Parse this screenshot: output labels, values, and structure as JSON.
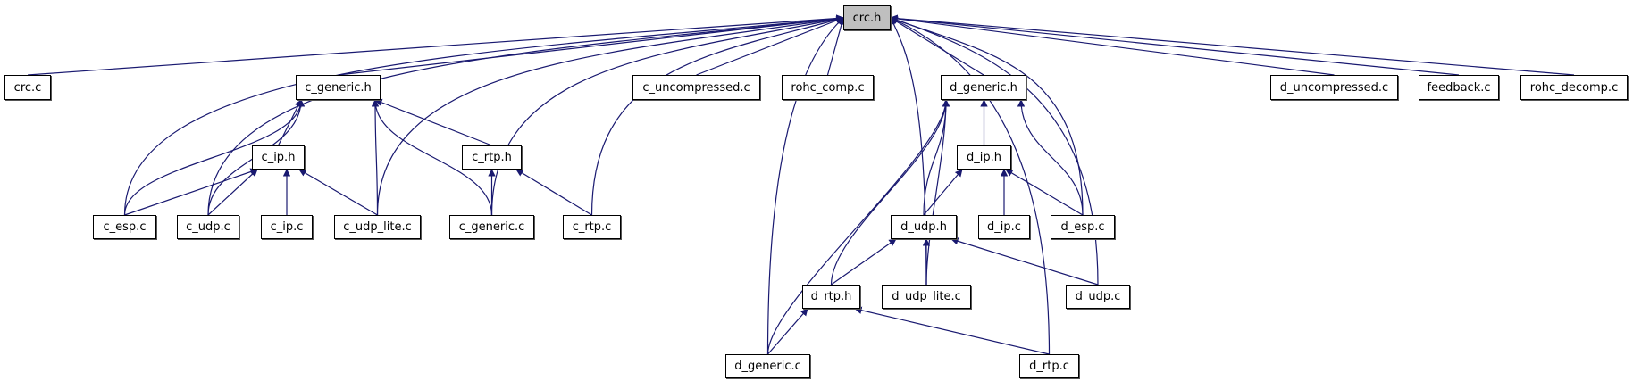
{
  "colors": {
    "edge": "#191970",
    "root_fill": "#bfbfbf",
    "node_fill": "#ffffff"
  },
  "root": "crc.h",
  "nodes": [
    {
      "id": "crc_h",
      "label": "crc.h"
    },
    {
      "id": "crc_c",
      "label": "crc.c"
    },
    {
      "id": "c_generic_h",
      "label": "c_generic.h"
    },
    {
      "id": "c_uncompressed_c",
      "label": "c_uncompressed.c"
    },
    {
      "id": "rohc_comp_c",
      "label": "rohc_comp.c"
    },
    {
      "id": "d_generic_h",
      "label": "d_generic.h"
    },
    {
      "id": "d_uncompressed_c",
      "label": "d_uncompressed.c"
    },
    {
      "id": "feedback_c",
      "label": "feedback.c"
    },
    {
      "id": "rohc_decomp_c",
      "label": "rohc_decomp.c"
    },
    {
      "id": "c_ip_h",
      "label": "c_ip.h"
    },
    {
      "id": "c_rtp_h",
      "label": "c_rtp.h"
    },
    {
      "id": "c_esp_c",
      "label": "c_esp.c"
    },
    {
      "id": "c_udp_c",
      "label": "c_udp.c"
    },
    {
      "id": "c_ip_c",
      "label": "c_ip.c"
    },
    {
      "id": "c_udp_lite_c",
      "label": "c_udp_lite.c"
    },
    {
      "id": "c_generic_c",
      "label": "c_generic.c"
    },
    {
      "id": "c_rtp_c",
      "label": "c_rtp.c"
    },
    {
      "id": "d_ip_h",
      "label": "d_ip.h"
    },
    {
      "id": "d_udp_h",
      "label": "d_udp.h"
    },
    {
      "id": "d_ip_c",
      "label": "d_ip.c"
    },
    {
      "id": "d_esp_c",
      "label": "d_esp.c"
    },
    {
      "id": "d_rtp_h",
      "label": "d_rtp.h"
    },
    {
      "id": "d_udp_lite_c",
      "label": "d_udp_lite.c"
    },
    {
      "id": "d_udp_c",
      "label": "d_udp.c"
    },
    {
      "id": "d_generic_c",
      "label": "d_generic.c"
    },
    {
      "id": "d_rtp_c",
      "label": "d_rtp.c"
    }
  ],
  "edges": [
    [
      "crc_c",
      "crc_h"
    ],
    [
      "c_generic_h",
      "crc_h"
    ],
    [
      "c_uncompressed_c",
      "crc_h"
    ],
    [
      "rohc_comp_c",
      "crc_h"
    ],
    [
      "d_generic_h",
      "crc_h"
    ],
    [
      "d_uncompressed_c",
      "crc_h"
    ],
    [
      "feedback_c",
      "crc_h"
    ],
    [
      "rohc_decomp_c",
      "crc_h"
    ],
    [
      "c_esp_c",
      "crc_h"
    ],
    [
      "c_udp_c",
      "crc_h"
    ],
    [
      "c_udp_lite_c",
      "crc_h"
    ],
    [
      "c_generic_c",
      "crc_h"
    ],
    [
      "c_rtp_c",
      "crc_h"
    ],
    [
      "d_generic_c",
      "crc_h"
    ],
    [
      "d_esp_c",
      "crc_h"
    ],
    [
      "d_udp_lite_c",
      "crc_h"
    ],
    [
      "d_udp_c",
      "crc_h"
    ],
    [
      "d_rtp_c",
      "crc_h"
    ],
    [
      "c_ip_h",
      "c_generic_h"
    ],
    [
      "c_rtp_h",
      "c_generic_h"
    ],
    [
      "c_esp_c",
      "c_generic_h"
    ],
    [
      "c_udp_c",
      "c_generic_h"
    ],
    [
      "c_udp_lite_c",
      "c_generic_h"
    ],
    [
      "c_generic_c",
      "c_generic_h"
    ],
    [
      "c_esp_c",
      "c_ip_h"
    ],
    [
      "c_udp_c",
      "c_ip_h"
    ],
    [
      "c_ip_c",
      "c_ip_h"
    ],
    [
      "c_udp_lite_c",
      "c_ip_h"
    ],
    [
      "c_generic_c",
      "c_rtp_h"
    ],
    [
      "c_rtp_c",
      "c_rtp_h"
    ],
    [
      "d_ip_h",
      "d_generic_h"
    ],
    [
      "d_esp_c",
      "d_generic_h"
    ],
    [
      "d_udp_h",
      "d_generic_h"
    ],
    [
      "d_udp_lite_c",
      "d_generic_h"
    ],
    [
      "d_rtp_h",
      "d_generic_h"
    ],
    [
      "d_generic_c",
      "d_generic_h"
    ],
    [
      "d_udp_h",
      "d_ip_h"
    ],
    [
      "d_ip_c",
      "d_ip_h"
    ],
    [
      "d_esp_c",
      "d_ip_h"
    ],
    [
      "d_rtp_h",
      "d_udp_h"
    ],
    [
      "d_udp_lite_c",
      "d_udp_h"
    ],
    [
      "d_udp_c",
      "d_udp_h"
    ],
    [
      "d_generic_c",
      "d_rtp_h"
    ],
    [
      "d_rtp_c",
      "d_rtp_h"
    ]
  ]
}
